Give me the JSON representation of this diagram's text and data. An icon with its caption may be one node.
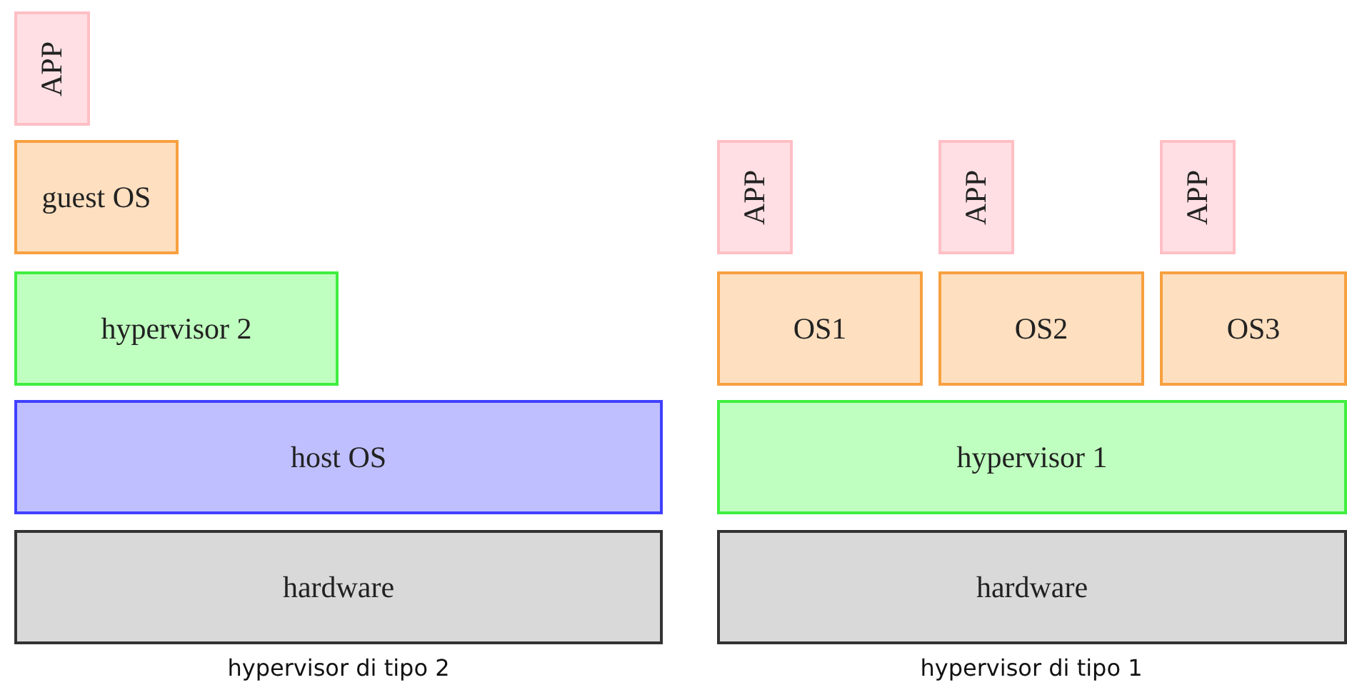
{
  "diagram": {
    "nodes": [
      {
        "text": [
          "APP"
        ]
      },
      {
        "text": [
          "guest OS"
        ]
      },
      {
        "text": [
          "APP"
        ]
      },
      {
        "text": [
          "APP"
        ]
      },
      {
        "text": [
          "APP"
        ]
      },
      {
        "text": [
          "hypervisor 2"
        ]
      },
      {
        "text": [
          "OS1"
        ]
      },
      {
        "text": [
          "OS2"
        ]
      },
      {
        "text": [
          "OS3"
        ]
      },
      {
        "text": [
          "host OS"
        ]
      },
      {
        "text": [
          "hypervisor 1"
        ]
      },
      {
        "text": [
          "hardware"
        ]
      },
      {
        "text": [
          "hardware"
        ]
      }
    ],
    "labels": [
      "hypervisor di tipo 2",
      "hypervisor di tipo 1"
    ]
  }
}
